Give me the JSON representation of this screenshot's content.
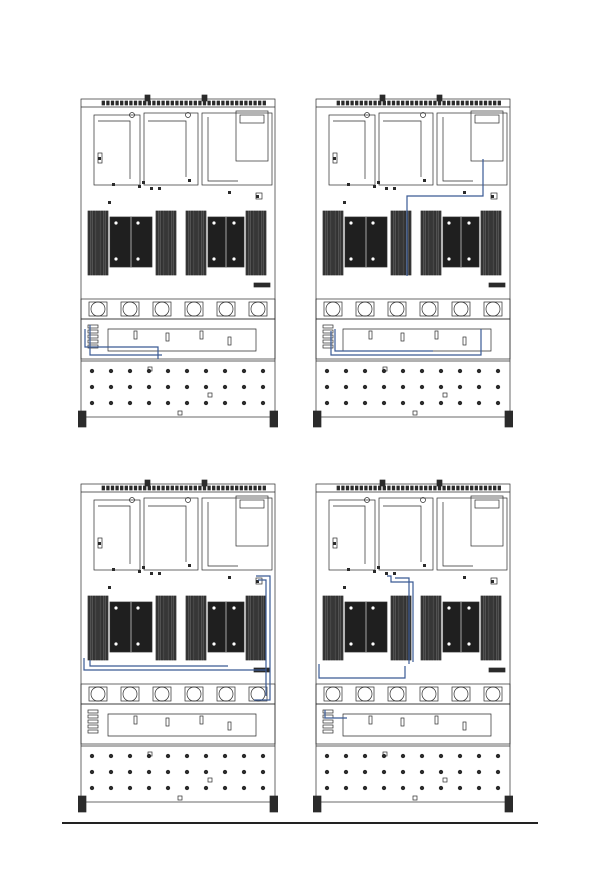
{
  "page": {
    "colors": {
      "line": "#2b2b2b",
      "cable": "#3a5a95",
      "dimm": "#3c3c3c",
      "cpu": "#1f1f1f",
      "paper": "#ffffff"
    }
  },
  "figures": [
    {
      "id": "top-left",
      "cable_route": "left-backplane-loop"
    },
    {
      "id": "top-right",
      "cable_route": "right-riser-to-backplane"
    },
    {
      "id": "bottom-left",
      "cable_route": "right-edge-to-fan-tray"
    },
    {
      "id": "bottom-right",
      "cable_route": "center-to-left-fan-tray"
    }
  ]
}
